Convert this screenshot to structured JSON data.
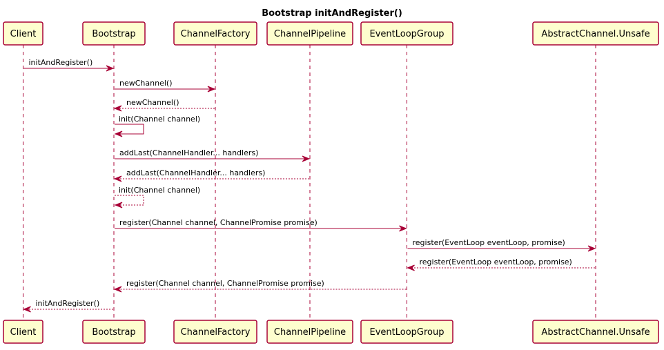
{
  "title": "Bootstrap initAndRegister()",
  "colors": {
    "participant_fill": "#FEFECE",
    "line": "#A80036",
    "text": "#000000"
  },
  "participants": [
    {
      "id": "client",
      "label": "Client"
    },
    {
      "id": "bootstrap",
      "label": "Bootstrap"
    },
    {
      "id": "channelfactory",
      "label": "ChannelFactory"
    },
    {
      "id": "channelpipeline",
      "label": "ChannelPipeline"
    },
    {
      "id": "eventloopgroup",
      "label": "EventLoopGroup"
    },
    {
      "id": "unsafe",
      "label": "AbstractChannel.Unsafe"
    }
  ],
  "messages": [
    {
      "from": "client",
      "to": "bootstrap",
      "label": "initAndRegister()",
      "kind": "call"
    },
    {
      "from": "bootstrap",
      "to": "channelfactory",
      "label": "newChannel()",
      "kind": "call"
    },
    {
      "from": "channelfactory",
      "to": "bootstrap",
      "label": "newChannel()",
      "kind": "return"
    },
    {
      "from": "bootstrap",
      "to": "bootstrap",
      "label": "init(Channel channel)",
      "kind": "call"
    },
    {
      "from": "bootstrap",
      "to": "channelpipeline",
      "label": "addLast(ChannelHandler... handlers)",
      "kind": "call"
    },
    {
      "from": "channelpipeline",
      "to": "bootstrap",
      "label": "addLast(ChannelHandler... handlers)",
      "kind": "return"
    },
    {
      "from": "bootstrap",
      "to": "bootstrap",
      "label": "init(Channel channel)",
      "kind": "return"
    },
    {
      "from": "bootstrap",
      "to": "eventloopgroup",
      "label": "register(Channel channel, ChannelPromise promise)",
      "kind": "call"
    },
    {
      "from": "eventloopgroup",
      "to": "unsafe",
      "label": "register(EventLoop eventLoop, promise)",
      "kind": "call"
    },
    {
      "from": "unsafe",
      "to": "eventloopgroup",
      "label": "register(EventLoop eventLoop, promise)",
      "kind": "return"
    },
    {
      "from": "eventloopgroup",
      "to": "bootstrap",
      "label": "register(Channel channel, ChannelPromise promise)",
      "kind": "return"
    },
    {
      "from": "bootstrap",
      "to": "client",
      "label": "initAndRegister()",
      "kind": "return"
    }
  ]
}
